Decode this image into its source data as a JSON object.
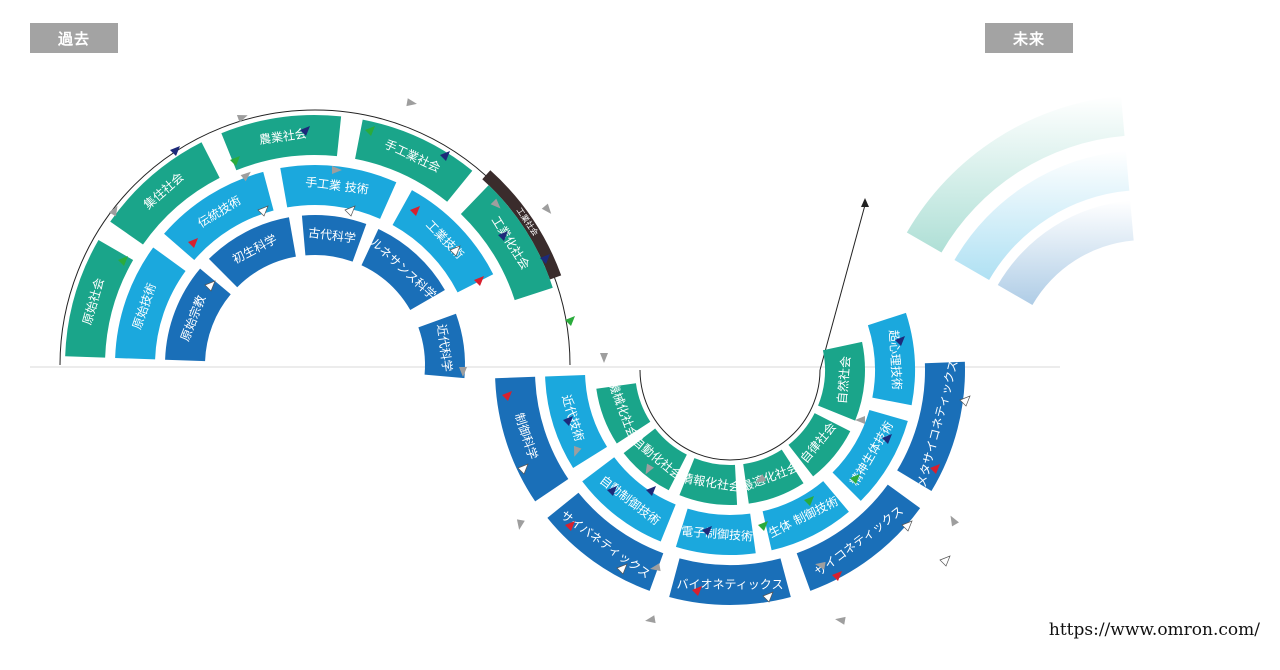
{
  "past_label": "過去",
  "future_label": "未来",
  "credit": "https://www.omron.com/",
  "colors": {
    "society": "#1aa58a",
    "technology": "#1ba8dd",
    "science": "#1a6fb8",
    "marker_band": "#3a2c2c",
    "arrow_gray": "#9e9e9e",
    "flag_red": "#d8202e",
    "flag_green": "#2aab3c",
    "flag_navy": "#1d2a7a",
    "flag_white": "#ffffff"
  },
  "marker_label": "工業社会",
  "rings": {
    "society": [
      "原始社会",
      "集住社会",
      "農業社会",
      "手工業社会",
      "工業化社会",
      "機械化社会",
      "自動化社会",
      "情報化社会",
      "最適化社会",
      "自律社会",
      "自然社会"
    ],
    "technology": [
      "原始技術",
      "伝統技術",
      "手工業 技術",
      "工業技術",
      "近代技術",
      "自動制御技術",
      "電子制御技術",
      "生体 制御技術",
      "精神生体技術",
      "超心理技術"
    ],
    "science": [
      "原始宗教",
      "初生科学",
      "古代科学",
      "ルネサンス科学",
      "近代科学",
      "制御科学",
      "サイバネティックス",
      "バイオネティックス",
      "サイコネティックス",
      "メタサイコネティックス"
    ]
  }
}
